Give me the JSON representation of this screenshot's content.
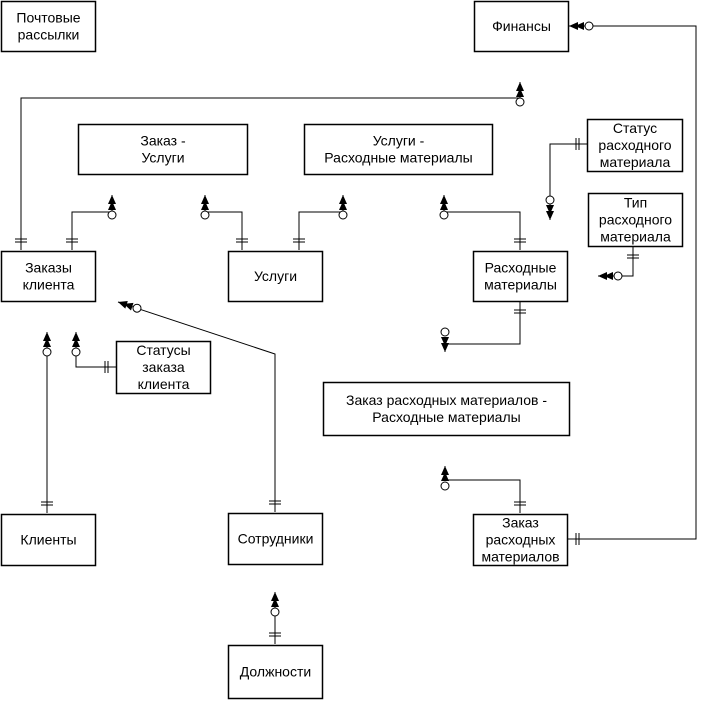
{
  "diagram": {
    "entities": [
      {
        "id": "mailings",
        "lines": [
          "Почтовые",
          "рассылки"
        ]
      },
      {
        "id": "finance",
        "lines": [
          "Финансы"
        ]
      },
      {
        "id": "order_services",
        "lines": [
          "Заказ -",
          "Услуги"
        ]
      },
      {
        "id": "services_materials",
        "lines": [
          "Услуги -",
          "Расходные материалы"
        ]
      },
      {
        "id": "material_status",
        "lines": [
          "Статус",
          "расходного",
          "материала"
        ]
      },
      {
        "id": "material_type",
        "lines": [
          "Тип",
          "расходного",
          "материала"
        ]
      },
      {
        "id": "client_orders",
        "lines": [
          "Заказы",
          "клиента"
        ]
      },
      {
        "id": "services",
        "lines": [
          "Услуги"
        ]
      },
      {
        "id": "materials",
        "lines": [
          "Расходные",
          "материалы"
        ]
      },
      {
        "id": "order_statuses",
        "lines": [
          "Статусы",
          "заказа",
          "клиента"
        ]
      },
      {
        "id": "material_order_items",
        "lines": [
          "Заказ расходных материалов -",
          "Расходные материалы"
        ]
      },
      {
        "id": "clients",
        "lines": [
          "Клиенты"
        ]
      },
      {
        "id": "employees",
        "lines": [
          "Сотрудники"
        ]
      },
      {
        "id": "material_orders",
        "lines": [
          "Заказ",
          "расходных",
          "материалов"
        ]
      },
      {
        "id": "positions",
        "lines": [
          "Должности"
        ]
      }
    ],
    "relationships": [
      {
        "from": "finance",
        "to": "client_orders",
        "from_end": "zero-or-many",
        "to_end": "one"
      },
      {
        "from": "finance",
        "to": "material_orders",
        "from_end": "zero-or-many",
        "to_end": "one"
      },
      {
        "from": "order_services",
        "to": "client_orders",
        "from_end": "zero-or-many",
        "to_end": "one"
      },
      {
        "from": "order_services",
        "to": "services",
        "from_end": "zero-or-many",
        "to_end": "one"
      },
      {
        "from": "services_materials",
        "to": "services",
        "from_end": "zero-or-many",
        "to_end": "one"
      },
      {
        "from": "services_materials",
        "to": "materials",
        "from_end": "zero-or-many",
        "to_end": "one"
      },
      {
        "from": "materials",
        "to": "material_status",
        "from_end": "zero-or-many",
        "to_end": "one"
      },
      {
        "from": "materials",
        "to": "material_type",
        "from_end": "zero-or-many",
        "to_end": "one"
      },
      {
        "from": "client_orders",
        "to": "order_statuses",
        "from_end": "zero-or-many",
        "to_end": "one"
      },
      {
        "from": "client_orders",
        "to": "clients",
        "from_end": "zero-or-many",
        "to_end": "one"
      },
      {
        "from": "client_orders",
        "to": "employees",
        "from_end": "zero-or-many",
        "to_end": "one"
      },
      {
        "from": "material_order_items",
        "to": "materials",
        "from_end": "zero-or-many",
        "to_end": "one"
      },
      {
        "from": "material_order_items",
        "to": "material_orders",
        "from_end": "zero-or-many",
        "to_end": "one"
      },
      {
        "from": "employees",
        "to": "positions",
        "from_end": "zero-or-many",
        "to_end": "one"
      }
    ]
  }
}
